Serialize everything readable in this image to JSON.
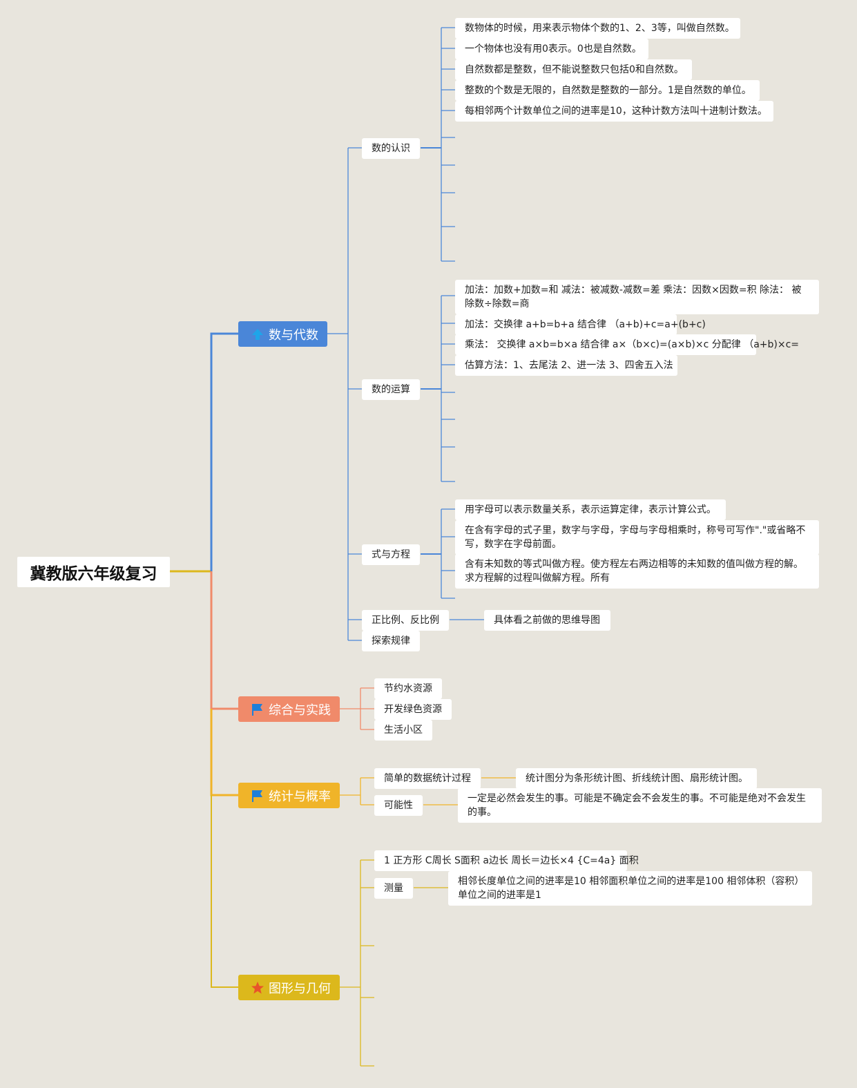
{
  "root": {
    "title": "冀教版六年级复习"
  },
  "colors": {
    "blue": "#4a86d8",
    "salmon": "#f08a6a",
    "orange": "#f0b429",
    "yellow": "#dcb81c"
  },
  "branches": [
    {
      "label": "数与代数",
      "icon": "up-arrow-icon",
      "children": [
        {
          "label": "数的认识",
          "items": [
            "数物体的时候，用来表示物体个数的1、2、3等，叫做自然数。",
            "一个物体也没有用0表示。0也是自然数。",
            "自然数都是整数，但不能说整数只包括0和自然数。",
            "整数的个数是无限的，自然数是整数的一部分。1是自然数的单位。",
            "每相邻两个计数单位之间的进率是10，这种计数方法叫十进制计数法。"
          ]
        },
        {
          "label": "数的运算",
          "items": [
            "加法：加数+加数=和 减法：被减数-减数=差 乘法：因数×因数=积 除法： 被除数÷除数=商",
            "加法：交换律 a+b=b+a 结合律 （a+b)+c=a+(b+c)",
            "乘法： 交换律 a×b=b×a 结合律 a×（b×c)=(a×b)×c 分配律 （a+b)×c=",
            "估算方法：1、去尾法 2、进一法 3、四舍五入法"
          ]
        },
        {
          "label": "式与方程",
          "items": [
            "用字母可以表示数量关系，表示运算定律，表示计算公式。",
            "在含有字母的式子里，数字与字母，字母与字母相乘时，称号可写作\".\"或省略不写，数字在字母前面。",
            "含有未知数的等式叫做方程。使方程左右两边相等的未知数的值叫做方程的解。求方程解的过程叫做解方程。所有"
          ]
        },
        {
          "label": "正比例、反比例",
          "items": [
            "具体看之前做的思维导图"
          ]
        },
        {
          "label": "探索规律",
          "items": []
        }
      ]
    },
    {
      "label": "综合与实践",
      "icon": "flag-icon",
      "children": [
        {
          "label": "节约水资源"
        },
        {
          "label": "开发绿色资源"
        },
        {
          "label": "生活小区"
        }
      ]
    },
    {
      "label": "统计与概率",
      "icon": "flag-icon",
      "children": [
        {
          "label": "简单的数据统计过程",
          "items": [
            "统计图分为条形统计图、折线统计图、扇形统计图。"
          ]
        },
        {
          "label": "可能性",
          "items": [
            "一定是必然会发生的事。可能是不确定会不会发生的事。不可能是绝对不会发生的事。"
          ]
        }
      ]
    },
    {
      "label": "图形与几何",
      "icon": "star-icon",
      "children": [
        {
          "label": "1 正方形 C周长 S面积 a边长 周长＝边长×4 {C=4a} 面积"
        },
        {
          "label": "测量",
          "items": [
            "相邻长度单位之间的进率是10 相邻面积单位之间的进率是100 相邻体积（容积）单位之间的进率是1"
          ]
        }
      ]
    }
  ]
}
